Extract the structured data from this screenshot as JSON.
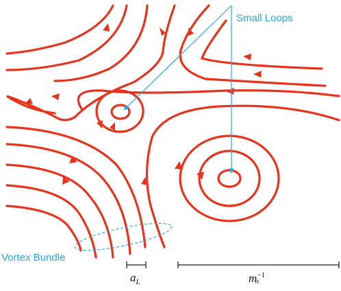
{
  "labels": {
    "small_loops": "Small Loops",
    "vortex_bundle": "Vortex Bundle",
    "a_L_base": "a",
    "a_L_sub": "L",
    "m_base": "m",
    "m_sub": "A′",
    "m_sup": "−1"
  },
  "colors": {
    "field_line": "#e8321b",
    "annotation": "#2aa7e6",
    "scale_bar": "#222222"
  }
}
